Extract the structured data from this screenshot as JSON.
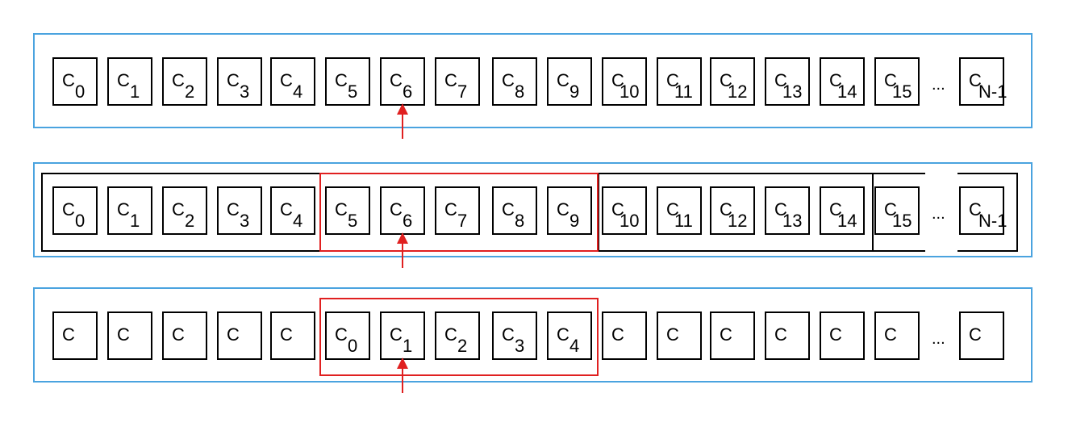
{
  "rows": [
    {
      "cells": [
        {
          "letter": "C",
          "sub": "0"
        },
        {
          "letter": "C",
          "sub": "1"
        },
        {
          "letter": "C",
          "sub": "2"
        },
        {
          "letter": "C",
          "sub": "3"
        },
        {
          "letter": "C",
          "sub": "4"
        },
        {
          "letter": "C",
          "sub": "5"
        },
        {
          "letter": "C",
          "sub": "6"
        },
        {
          "letter": "C",
          "sub": "7"
        },
        {
          "letter": "C",
          "sub": "8"
        },
        {
          "letter": "C",
          "sub": "9"
        },
        {
          "letter": "C",
          "sub": "10"
        },
        {
          "letter": "C",
          "sub": "11"
        },
        {
          "letter": "C",
          "sub": "12"
        },
        {
          "letter": "C",
          "sub": "13"
        },
        {
          "letter": "C",
          "sub": "14"
        },
        {
          "letter": "C",
          "sub": "15"
        },
        {
          "letter": "C",
          "sub": "N-1"
        }
      ],
      "ellipsis": "..."
    },
    {
      "cells": [
        {
          "letter": "C",
          "sub": "0"
        },
        {
          "letter": "C",
          "sub": "1"
        },
        {
          "letter": "C",
          "sub": "2"
        },
        {
          "letter": "C",
          "sub": "3"
        },
        {
          "letter": "C",
          "sub": "4"
        },
        {
          "letter": "C",
          "sub": "5"
        },
        {
          "letter": "C",
          "sub": "6"
        },
        {
          "letter": "C",
          "sub": "7"
        },
        {
          "letter": "C",
          "sub": "8"
        },
        {
          "letter": "C",
          "sub": "9"
        },
        {
          "letter": "C",
          "sub": "10"
        },
        {
          "letter": "C",
          "sub": "11"
        },
        {
          "letter": "C",
          "sub": "12"
        },
        {
          "letter": "C",
          "sub": "13"
        },
        {
          "letter": "C",
          "sub": "14"
        },
        {
          "letter": "C",
          "sub": "15"
        },
        {
          "letter": "C",
          "sub": "N-1"
        }
      ],
      "ellipsis": "..."
    },
    {
      "cells": [
        {
          "letter": "C",
          "sub": ""
        },
        {
          "letter": "C",
          "sub": ""
        },
        {
          "letter": "C",
          "sub": ""
        },
        {
          "letter": "C",
          "sub": ""
        },
        {
          "letter": "C",
          "sub": ""
        },
        {
          "letter": "C",
          "sub": "0"
        },
        {
          "letter": "C",
          "sub": "1"
        },
        {
          "letter": "C",
          "sub": "2"
        },
        {
          "letter": "C",
          "sub": "3"
        },
        {
          "letter": "C",
          "sub": "4"
        },
        {
          "letter": "C",
          "sub": ""
        },
        {
          "letter": "C",
          "sub": ""
        },
        {
          "letter": "C",
          "sub": ""
        },
        {
          "letter": "C",
          "sub": ""
        },
        {
          "letter": "C",
          "sub": ""
        },
        {
          "letter": "C",
          "sub": ""
        },
        {
          "letter": "C",
          "sub": ""
        }
      ],
      "ellipsis": "..."
    }
  ],
  "colors": {
    "panel_border": "#4aa3df",
    "highlight": "#e02020",
    "arrow": "#e02020",
    "cell_border": "#000000"
  }
}
